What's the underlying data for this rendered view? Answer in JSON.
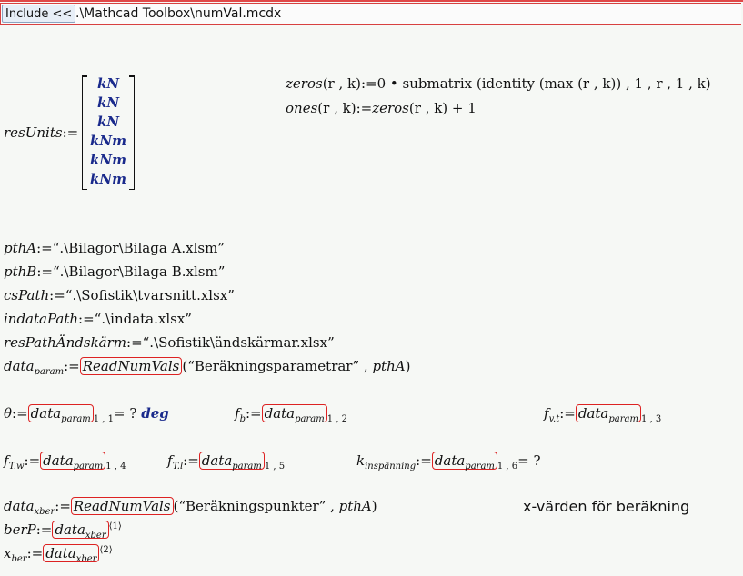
{
  "include": {
    "button": "Include <<",
    "path": ".\\Mathcad Toolbox\\numVal.mcdx"
  },
  "resUnits": {
    "name": "resUnits",
    "op": ":=",
    "units": [
      "kN",
      "kN",
      "kN",
      "kNm",
      "kNm",
      "kNm"
    ]
  },
  "zeros": {
    "lhs": "zeros",
    "args": "(r , k)",
    "op": ":=",
    "rhs_a": "0 • submatrix",
    "rhs_b": "(identity",
    "rhs_c": "(max",
    "rhs_d": "(r , k)) , 1 , r , 1 , k)"
  },
  "ones": {
    "lhs": "ones",
    "args": "(r , k)",
    "op": ":=",
    "rhs_fn": "zeros",
    "rhs_args": "(r , k) + 1"
  },
  "paths": [
    {
      "name": "pthA",
      "value": "“.\\Bilagor\\Bilaga A.xlsm”"
    },
    {
      "name": "pthB",
      "value": "“.\\Bilagor\\Bilaga B.xlsm”"
    },
    {
      "name": "csPath",
      "value": "“.\\Sofistik\\tvarsnitt.xlsx”"
    },
    {
      "name": "indataPath",
      "value": "“.\\indata.xlsx”"
    },
    {
      "name": "resPathÄndskärm",
      "value": "“.\\Sofistik\\ändskärmar.xlsx”"
    }
  ],
  "dataParam": {
    "base": "data",
    "sub": "param",
    "fn": "ReadNumVals",
    "arg1": "(“Beräkningsparametrar” , ",
    "arg2": "pthA",
    "close": ")"
  },
  "theta": {
    "lhs": "θ",
    "ref": "data",
    "refsub": "param",
    "idx": "1 , 1",
    "eq": "= ?",
    "unit": "deg"
  },
  "fb": {
    "base": "f",
    "sub": "b",
    "ref": "data",
    "refsub": "param",
    "idx": "1 , 2"
  },
  "fvt": {
    "base": "f",
    "sub": "v.t",
    "ref": "data",
    "refsub": "param",
    "idx": "1 , 3"
  },
  "fTw": {
    "base": "f",
    "sub": "T.w",
    "ref": "data",
    "refsub": "param",
    "idx": "1 , 4"
  },
  "fTl": {
    "base": "f",
    "sub": "T.l",
    "ref": "data",
    "refsub": "param",
    "idx": "1 , 5"
  },
  "kinsp": {
    "base": "k",
    "sub": "inspänning",
    "ref": "data",
    "refsub": "param",
    "idx": "1 , 6",
    "eq": "= ?"
  },
  "dataXber": {
    "base": "data",
    "sub": "xber",
    "fn": "ReadNumVals",
    "arg1": "(“Beräkningspunkter” , ",
    "arg2": "pthA",
    "close": ")"
  },
  "comment": "x-värden för beräkning",
  "berP": {
    "lhs": "berP",
    "ref": "data",
    "refsub": "xber",
    "sup": "⟨1⟩"
  },
  "xber": {
    "base": "x",
    "sub": "ber",
    "ref": "data",
    "refsub": "xber",
    "sup": "⟨2⟩"
  },
  "assign": ":="
}
